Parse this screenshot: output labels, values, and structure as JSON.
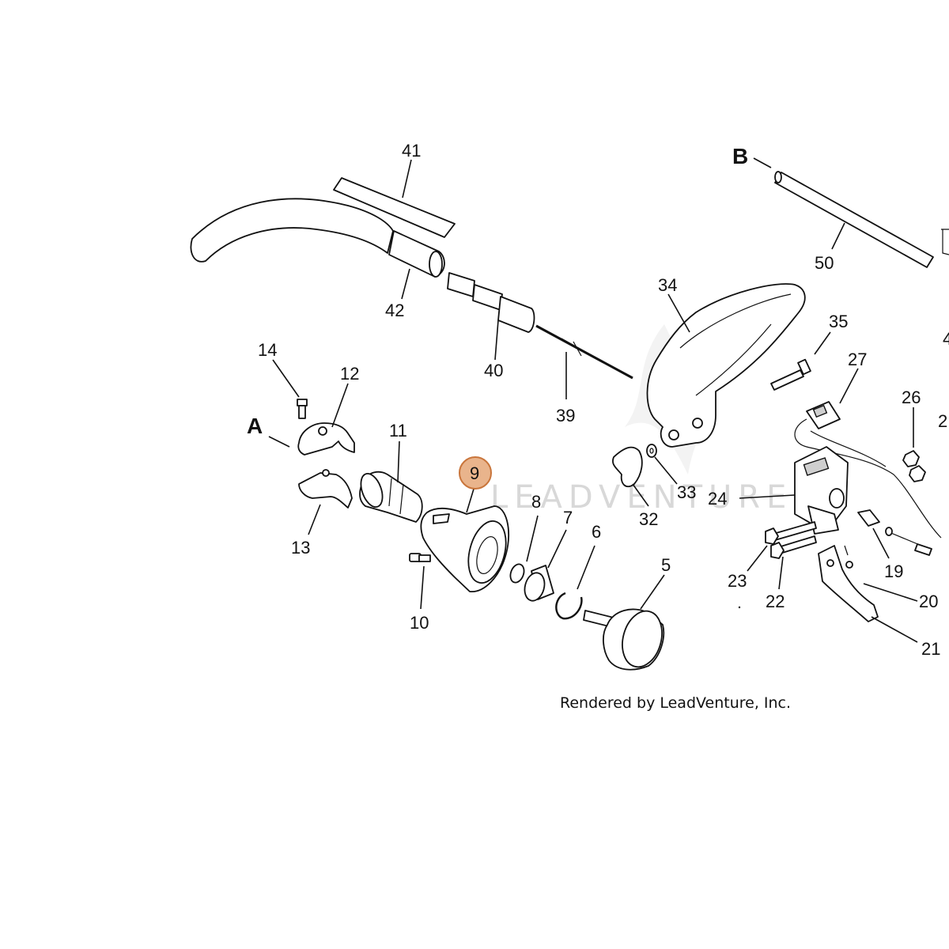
{
  "watermark": "LEADVENTURE",
  "credit": "Rendered by LeadVenture, Inc.",
  "highlight": {
    "part": "9",
    "fill": "#e9b48c",
    "stroke": "#c9753b"
  },
  "section_labels": {
    "a": "A",
    "b": "B"
  },
  "callouts": {
    "p41": "41",
    "p42": "42",
    "p40": "40",
    "p39": "39",
    "p50": "50",
    "p34": "34",
    "p35": "35",
    "p27": "27",
    "p26": "26",
    "p14": "14",
    "p12": "12",
    "p11": "11",
    "p13": "13",
    "p10": "10",
    "p9": "9",
    "p8": "8",
    "p7": "7",
    "p6": "6",
    "p5": "5",
    "p33": "33",
    "p32": "32",
    "p24": "24",
    "p23": "23",
    "p22": "22",
    "p19": "19",
    "p20": "20",
    "p21": "21",
    "p25_partial": "2",
    "p_edge": "4"
  }
}
